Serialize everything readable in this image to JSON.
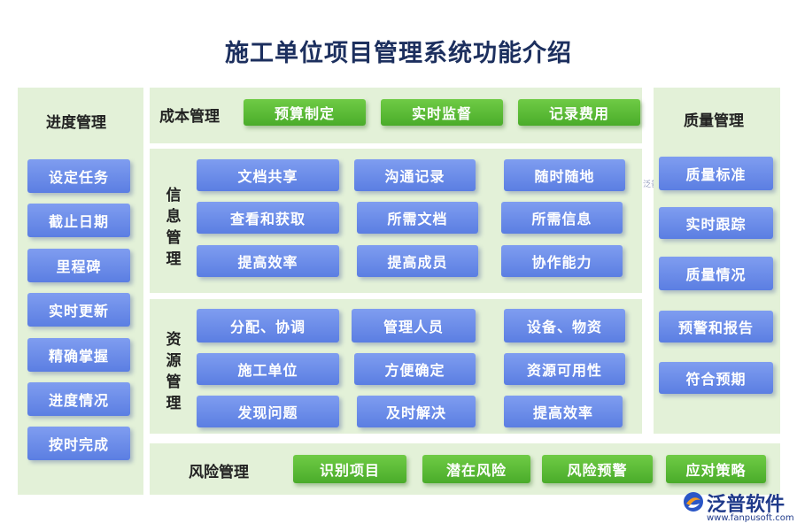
{
  "title": "施工单位项目管理系统功能介绍",
  "schedule": {
    "title": "进度管理",
    "items": [
      "设定任务",
      "截止日期",
      "里程碑",
      "实时更新",
      "精确掌握",
      "进度情况",
      "按时完成"
    ]
  },
  "cost": {
    "title": "成本管理",
    "items": [
      "预算制定",
      "实时监督",
      "记录费用"
    ]
  },
  "info": {
    "title": "信息管理",
    "items": [
      "文档共享",
      "沟通记录",
      "随时随地",
      "查看和获取",
      "所需文档",
      "所需信息",
      "提高效率",
      "提高成员",
      "协作能力"
    ]
  },
  "resource": {
    "title": "资源管理",
    "items": [
      "分配、协调",
      "管理人员",
      "设备、物资",
      "施工单位",
      "方便确定",
      "资源可用性",
      "发现问题",
      "及时解决",
      "提高效率"
    ]
  },
  "quality": {
    "title": "质量管理",
    "items": [
      "质量标准",
      "实时跟踪",
      "质量情况",
      "预警和报告",
      "符合预期"
    ]
  },
  "risk": {
    "title": "风险管理",
    "items": [
      "识别项目",
      "潜在风险",
      "风险预警",
      "应对策略"
    ]
  },
  "logo": {
    "name": "泛普软件",
    "url": "www.fanpusoft.com",
    "watermark": "泛普软件"
  },
  "colors": {
    "panel_bg": "#e3f1d8",
    "blue_button": "#6a8ce8",
    "green_button": "#5bbb36",
    "title": "#1c2f5e"
  }
}
